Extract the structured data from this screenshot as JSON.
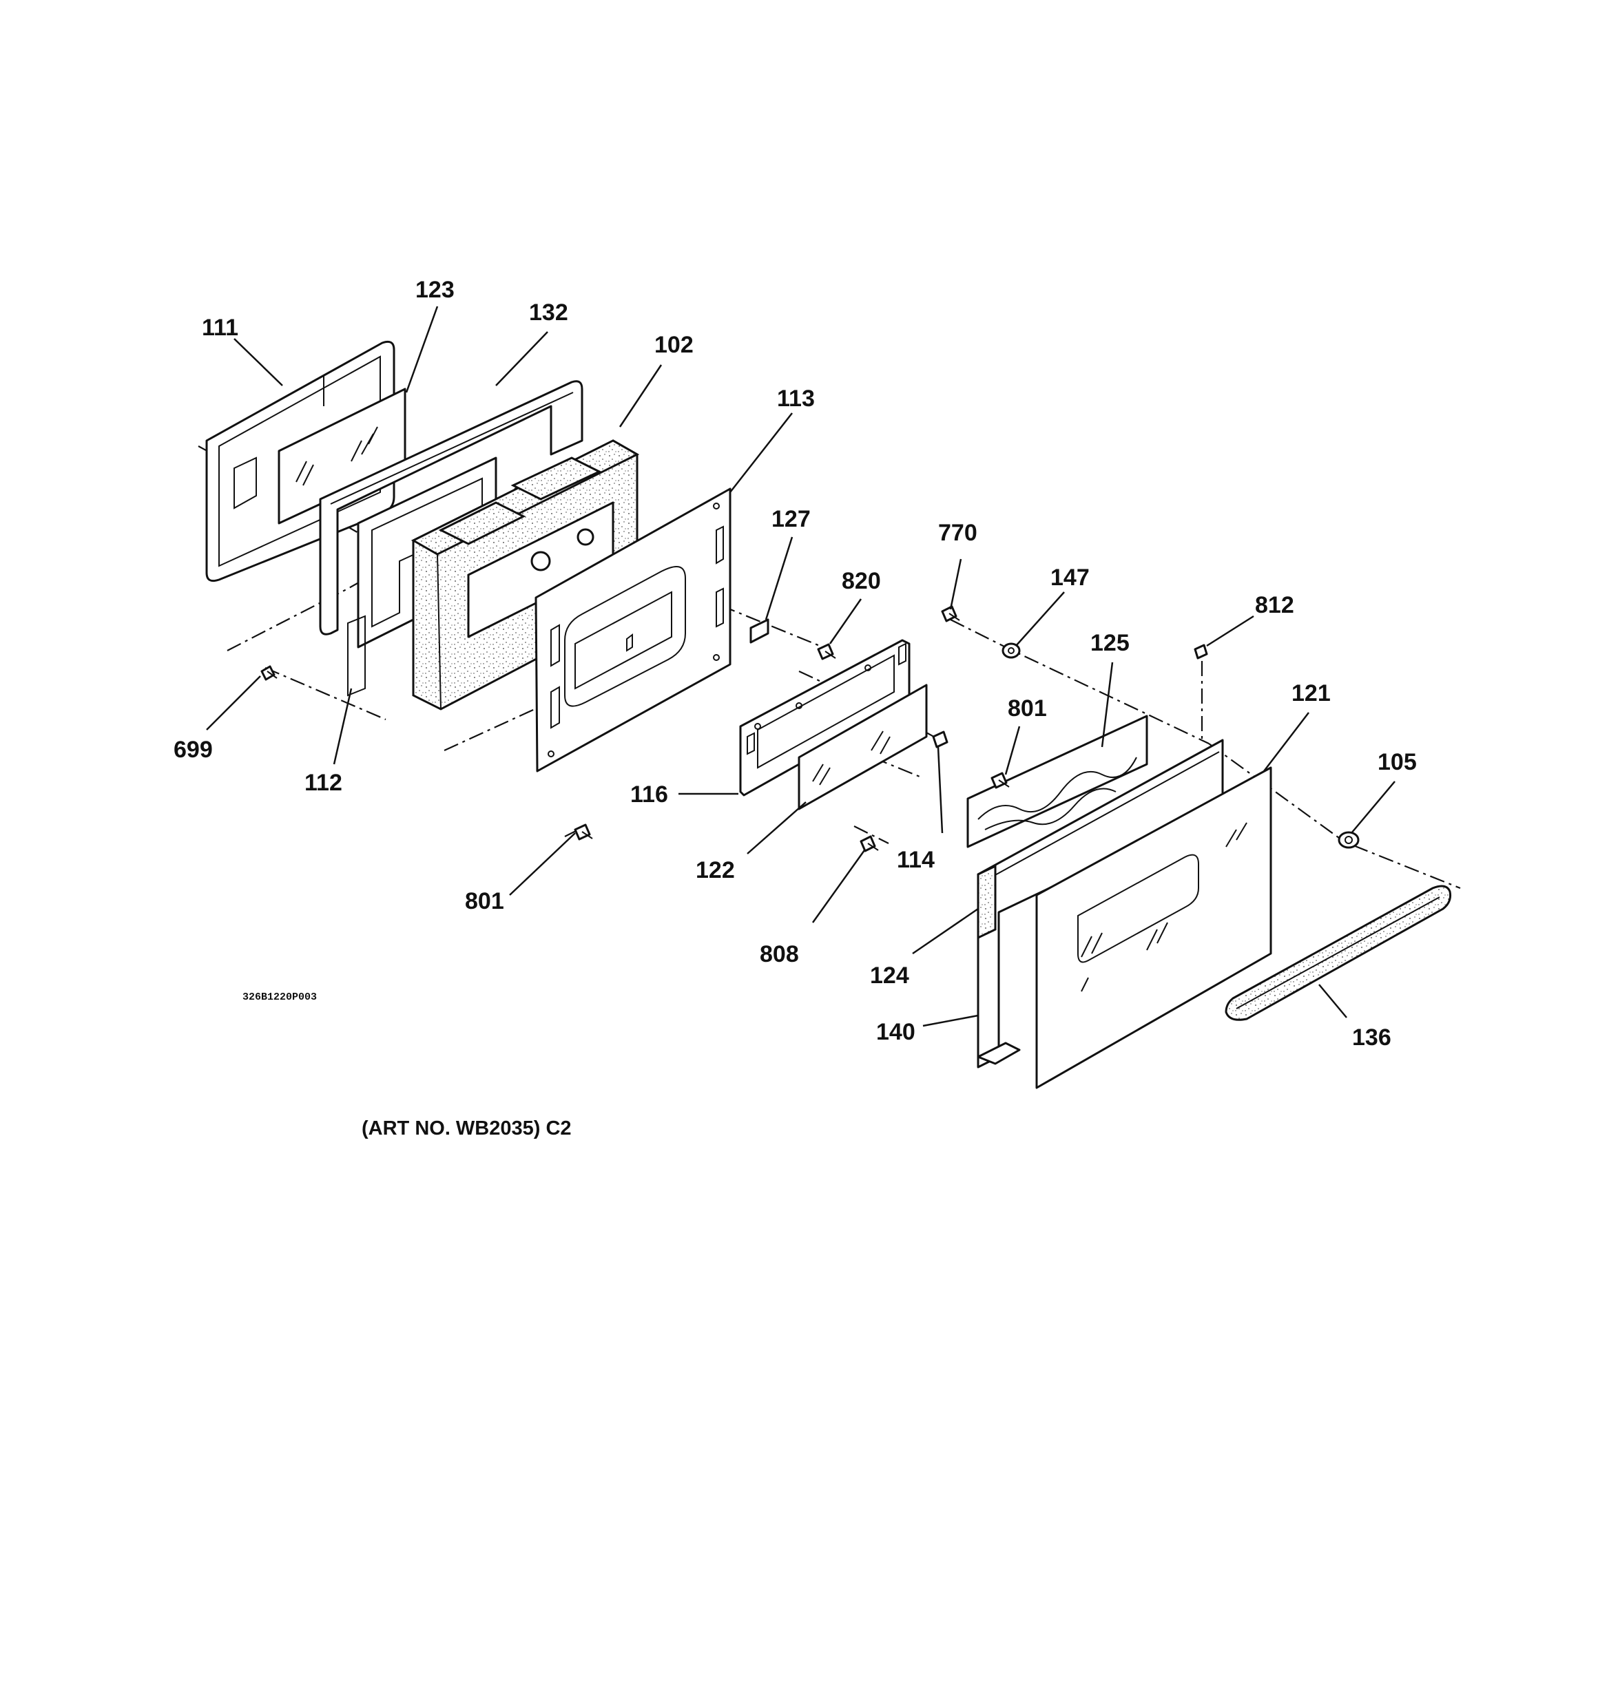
{
  "labels": [
    {
      "id": "111",
      "text": "111"
    },
    {
      "id": "123",
      "text": "123"
    },
    {
      "id": "132",
      "text": "132"
    },
    {
      "id": "102",
      "text": "102"
    },
    {
      "id": "113",
      "text": "113"
    },
    {
      "id": "127",
      "text": "127"
    },
    {
      "id": "820",
      "text": "820"
    },
    {
      "id": "770",
      "text": "770"
    },
    {
      "id": "147",
      "text": "147"
    },
    {
      "id": "812",
      "text": "812"
    },
    {
      "id": "125",
      "text": "125"
    },
    {
      "id": "121",
      "text": "121"
    },
    {
      "id": "801a",
      "text": "801"
    },
    {
      "id": "105",
      "text": "105"
    },
    {
      "id": "699",
      "text": "699"
    },
    {
      "id": "112",
      "text": "112"
    },
    {
      "id": "116",
      "text": "116"
    },
    {
      "id": "114",
      "text": "114"
    },
    {
      "id": "122",
      "text": "122"
    },
    {
      "id": "801b",
      "text": "801"
    },
    {
      "id": "808",
      "text": "808"
    },
    {
      "id": "124",
      "text": "124"
    },
    {
      "id": "140",
      "text": "140"
    },
    {
      "id": "136",
      "text": "136"
    }
  ],
  "footer": {
    "art_number": "(ART NO. WB2035) C2",
    "drawing_code": "326B1220P003"
  }
}
